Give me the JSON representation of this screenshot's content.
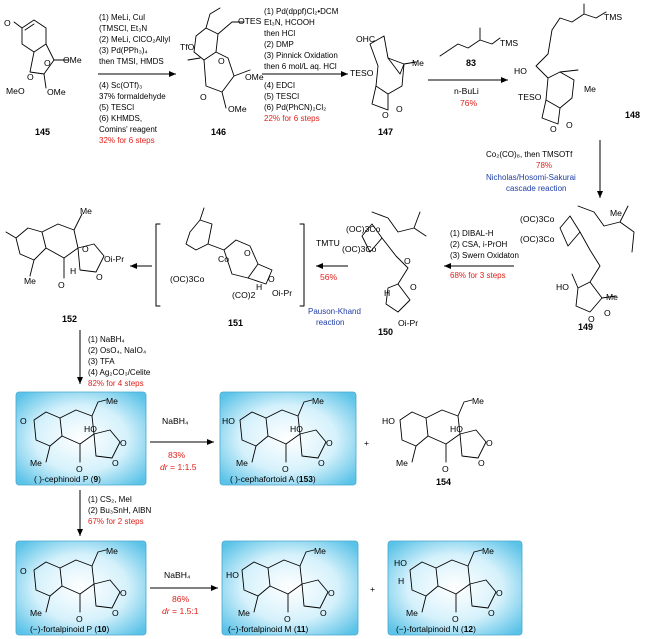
{
  "compounds": {
    "c145": {
      "label": "145",
      "atoms": [
        "O",
        "O",
        "O",
        "OMe",
        "OMe",
        "MeO"
      ]
    },
    "c146": {
      "label": "146",
      "atoms": [
        "TfO",
        "OTES",
        "O",
        "O",
        "OMe",
        "OMe"
      ]
    },
    "c147": {
      "label": "147",
      "atoms": [
        "OHC",
        "TESO",
        "Me",
        "O",
        "O"
      ]
    },
    "c83": {
      "label": "83",
      "atoms": [
        "TMS"
      ]
    },
    "c148": {
      "label": "148",
      "atoms": [
        "TMS",
        "HO",
        "TESO",
        "Me",
        "O",
        "O"
      ]
    },
    "c149": {
      "label": "149",
      "atoms": [
        "(OC)3Co",
        "(OC)3Co",
        "Me",
        "HO",
        "Me",
        "O",
        "O"
      ]
    },
    "c150": {
      "label": "150",
      "atoms": [
        "(OC)3Co",
        "(OC)3Co",
        "O",
        "H",
        "O",
        "Oi-Pr"
      ]
    },
    "c151": {
      "label": "151",
      "atoms": [
        "(OC)3Co",
        "Co",
        "O",
        "O",
        "(CO)2",
        "Oi-Pr",
        "H"
      ]
    },
    "c152": {
      "label": "152",
      "atoms": [
        "Me",
        "O",
        "H",
        "O",
        "Oi-Pr",
        "Me",
        "O"
      ]
    },
    "c9": {
      "label": "9",
      "name_prefix": "( )-cephinoid P (",
      "name_suffix": ")",
      "atoms": [
        "O",
        "HO",
        "O",
        "O",
        "Me",
        "Me",
        "O"
      ]
    },
    "c153": {
      "label": "153",
      "name_prefix": "( )-cephafortoid A (",
      "name_suffix": ")",
      "atoms": [
        "HO",
        "HO",
        "O",
        "O",
        "Me",
        "Me",
        "O"
      ]
    },
    "c154": {
      "label": "154",
      "atoms": [
        "HO",
        "HO",
        "O",
        "O",
        "Me",
        "Me",
        "O"
      ]
    },
    "c10": {
      "label": "10",
      "name_prefix": "(−)-fortalpinoid P (",
      "name_suffix": ")",
      "atoms": [
        "O",
        "O",
        "O",
        "Me",
        "Me",
        "O"
      ]
    },
    "c11": {
      "label": "11",
      "name_prefix": "(−)-fortalpinoid M (",
      "name_suffix": ")",
      "atoms": [
        "HO",
        "O",
        "O",
        "Me",
        "Me",
        "O"
      ]
    },
    "c12": {
      "label": "12",
      "name_prefix": "(−)-fortalpinoid N (",
      "name_suffix": ")",
      "atoms": [
        "HO",
        "H",
        "O",
        "O",
        "Me",
        "Me",
        "O"
      ]
    }
  },
  "steps": {
    "s1": {
      "lines": [
        "(1) MeLi, CuI",
        "(TMSCl, Et₃N",
        "(2) MeLi, ClCO₂Allyl",
        "(3) Pd(PPh₃)₄",
        "then TMSI, HMDS",
        "(4)  Sc(OTf)₃",
        "37% formaldehyde",
        "(5) TESCl",
        "(6) KHMDS,",
        "Comins' reagent"
      ],
      "yield": "32% for 6 steps"
    },
    "s2": {
      "lines": [
        "(1) Pd(dppf)Cl₂•DCM",
        "Et₃N, HCOOH",
        "then HCl",
        "(2) DMP",
        "(3) Pinnick Oxidation",
        "then 6 mol/L aq. HCl",
        "(4) EDCI",
        "(5) TESCl",
        "(6) Pd(PhCN)₂Cl₂"
      ],
      "yield": "22% for 6 steps"
    },
    "s3": {
      "reagent": "n-BuLi",
      "yield": "76%"
    },
    "s4": {
      "reagent": "Co₂(CO)₈, then TMSOTf",
      "yield": "78%",
      "name_lines": [
        "Nicholas/Hosomi-Sakurai",
        "cascade reaction"
      ]
    },
    "s5": {
      "lines": [
        "(1) DIBAL-H",
        "(2) CSA, i-PrOH",
        "(3) Swern Oxidaton"
      ],
      "yield": "68% for 3 steps"
    },
    "s6": {
      "reagent": "TMTU",
      "yield": "56%",
      "name_lines": [
        "Pauson-Khand",
        "reaction"
      ]
    },
    "s7": {
      "lines": [
        "(1) NaBH₄",
        "(2) OsO₄, NaIO₄",
        "(3) TFA",
        "(4) Ag₂CO₃/Celite"
      ],
      "yield": "82% for 4 steps"
    },
    "s8": {
      "reagent": "NaBH₄",
      "yield": "83%",
      "dr_label": "dr",
      "dr": " = 1:1.5"
    },
    "s9": {
      "lines": [
        "(1) CS₂, MeI",
        "(2) Bu₃SnH, AIBN"
      ],
      "yield": "67% for 2 steps"
    },
    "s10": {
      "reagent": "NaBH₄",
      "yield": "86%",
      "dr_label": "dr",
      "dr": " = 1.5:1"
    },
    "plus1": "+",
    "plus2": "+"
  },
  "colors": {
    "yield": "#e0201b",
    "reaction_name": "#1f3ea8",
    "box_fill": "#6ecbea"
  }
}
